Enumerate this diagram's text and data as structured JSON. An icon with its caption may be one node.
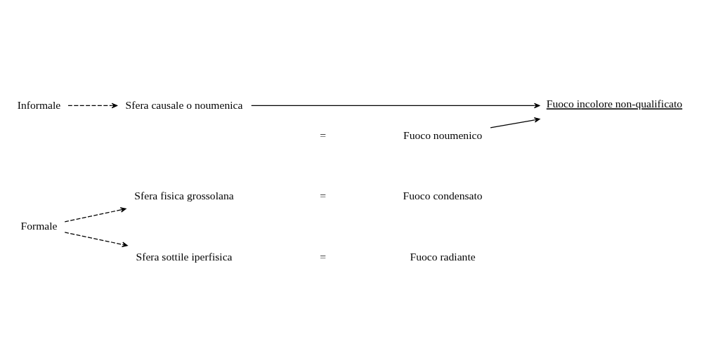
{
  "diagram": {
    "nodes": [
      {
        "text": [
          "Formale"
        ]
      },
      {
        "text": [
          "Sfera fisica grossolana"
        ]
      },
      {
        "text": [
          "Fuoco condensato"
        ]
      },
      {
        "text": [
          "Sfera sottile iperfisica"
        ]
      },
      {
        "text": [
          "Fuoco radiante"
        ]
      },
      {
        "text": [
          "Informale"
        ]
      },
      {
        "text": [
          "Sfera causale o noumenica"
        ]
      },
      {
        "text": [
          "Fuoco noumenico"
        ]
      },
      {
        "text": [
          "Fuoco incolore non-qualificato"
        ]
      }
    ],
    "edges": [
      {
        "from": 0,
        "to": 1,
        "arrow": "to",
        "style": "dashed"
      },
      {
        "from": 0,
        "to": 3,
        "arrow": "to",
        "style": "dashed"
      },
      {
        "from": 5,
        "to": 6,
        "arrow": "to",
        "style": "dashed"
      },
      {
        "from": 6,
        "to": 8,
        "arrow": "to"
      },
      {
        "from": 7,
        "to": 8,
        "arrow": "to"
      }
    ],
    "labels": [
      "=",
      "=",
      "="
    ]
  }
}
